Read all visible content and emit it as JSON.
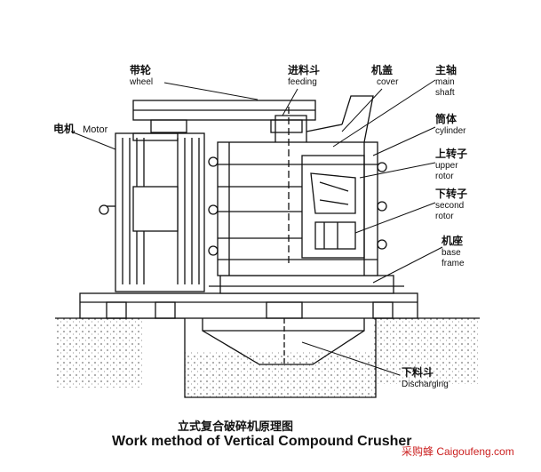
{
  "labels": {
    "wheel": {
      "cn": "带轮",
      "en": "wheel"
    },
    "feeding": {
      "cn": "进料斗",
      "en": "feeding"
    },
    "cover": {
      "cn": "机盖",
      "en": "cover"
    },
    "main_shaft": {
      "cn": "主轴",
      "en1": "main",
      "en2": "shaft"
    },
    "motor": {
      "cn": "电机",
      "en": "Motor"
    },
    "cylinder": {
      "cn": "筒体",
      "en": "cylinder"
    },
    "upper_rotor": {
      "cn": "上转子",
      "en1": "upper",
      "en2": "rotor"
    },
    "second_rotor": {
      "cn": "下转子",
      "en1": "second",
      "en2": "rotor"
    },
    "base_frame": {
      "cn": "机座",
      "en1": "base",
      "en2": "frame"
    },
    "discharging": {
      "cn": "下料斗",
      "en": "Discharging"
    }
  },
  "title": {
    "cn": "立式复合破碎机原理图",
    "en": "Work method of Vertical Compound Crusher"
  },
  "watermark": "采购蜂 Caigoufeng.com",
  "colors": {
    "ink": "#111111",
    "watermark": "#cc2222",
    "ground": "#bbbbbb"
  }
}
